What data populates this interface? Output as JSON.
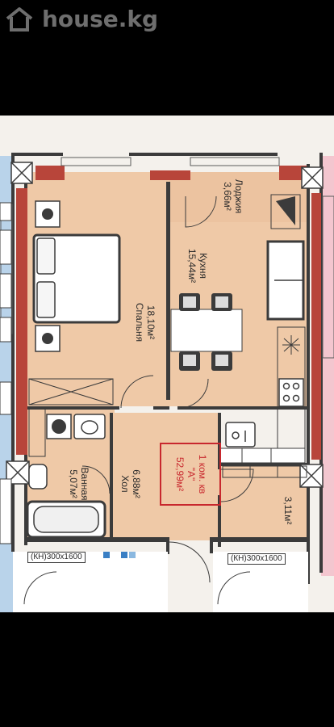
{
  "watermark": {
    "text": "house.kg",
    "icon": "house-icon"
  },
  "plan": {
    "rooms": {
      "loggia": {
        "name": "Лоджия",
        "area": "3,66м²"
      },
      "kitchen": {
        "name": "Кухня",
        "area": "15,44м²"
      },
      "bedroom": {
        "area": "18,10м²",
        "name": "Спальня"
      },
      "hall": {
        "area": "6,88м²",
        "name": "Хол"
      },
      "bathroom": {
        "name": "Ванная",
        "area": "5,07м²"
      },
      "storage": {
        "area": "3,11м²"
      }
    },
    "badge": {
      "line1": "1 ком. кв",
      "line2": "\"A\"",
      "line3": "52,99м²"
    },
    "windows": {
      "left": "(КН)300х1600",
      "right": "(КН)300х1600"
    },
    "colors": {
      "floor": "#efc9a7",
      "wall": "#3b3b3b",
      "accent": "#c8282e",
      "pillar": "#b8453a"
    }
  }
}
